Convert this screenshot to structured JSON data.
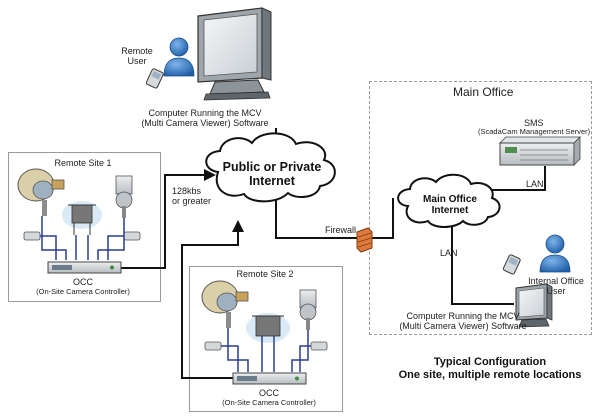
{
  "remote_user": {
    "label": "Remote\nUser"
  },
  "mcv_computer": {
    "label": "Computer Running the MCV\n(Multi Camera Viewer) Software"
  },
  "internet_cloud": {
    "label": "Public or Private\nInternet"
  },
  "link_speed": {
    "label": "128kbs\nor greater"
  },
  "remote_site_1": {
    "title": "Remote Site 1",
    "occ_label": "OCC",
    "occ_caption": "(On-Site Camera Controller)"
  },
  "remote_site_2": {
    "title": "Remote Site 2",
    "occ_label": "OCC",
    "occ_caption": "(On-Site Camera Controller)"
  },
  "firewall": {
    "label": "Firewall"
  },
  "main_office": {
    "title": "Main Office",
    "sms_label": "SMS",
    "sms_caption": "(ScadaCam Management Server)",
    "lan_label_1": "LAN",
    "office_cloud": "Main Office\nInternet",
    "lan_label_2": "LAN",
    "internal_user": "Internal Office\nUser",
    "mcv_computer": "Computer Running the MCV\n(Multi Camera Viewer) Software"
  },
  "footer": {
    "line1": "Typical Configuration",
    "line2": "One site, multiple remote locations"
  },
  "colors": {
    "line": "#111111",
    "cable_blue": "#2a3d8f",
    "user_blue": "#2f79c9",
    "firewall": "#e07a3c",
    "device_gray": "#d0d3d6",
    "border": "#9a9a9a"
  }
}
